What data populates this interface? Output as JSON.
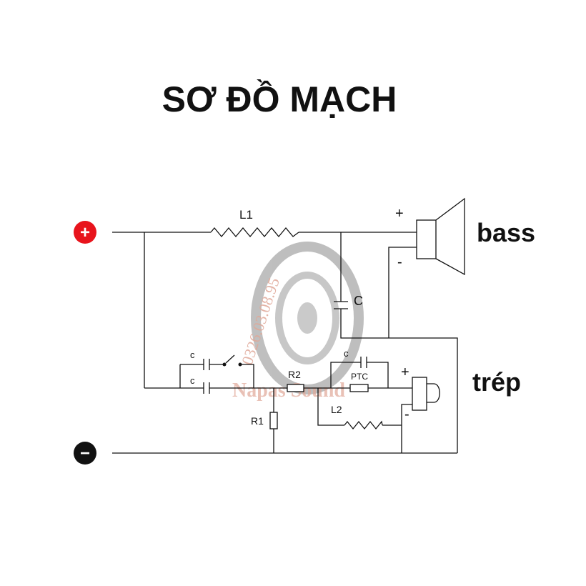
{
  "title": "SƠ ĐỒ MẠCH",
  "terminals": {
    "positive": "+",
    "negative": "−"
  },
  "speakers": {
    "bass": "bass",
    "treble": "trép"
  },
  "polarity": {
    "plus": "+",
    "minus": "-"
  },
  "components": {
    "L1": "L1",
    "C_main": "C",
    "C_top": "c",
    "C_bottom": "c",
    "C_ptc": "c",
    "R1": "R1",
    "R2": "R2",
    "PTC": "PTC",
    "L2": "L2"
  },
  "watermark": {
    "phone": "0326.03.08.95",
    "brand": "Napas Sound"
  },
  "colors": {
    "positive": "#e8141c",
    "negative": "#111111",
    "watermark": "#e0a898"
  }
}
